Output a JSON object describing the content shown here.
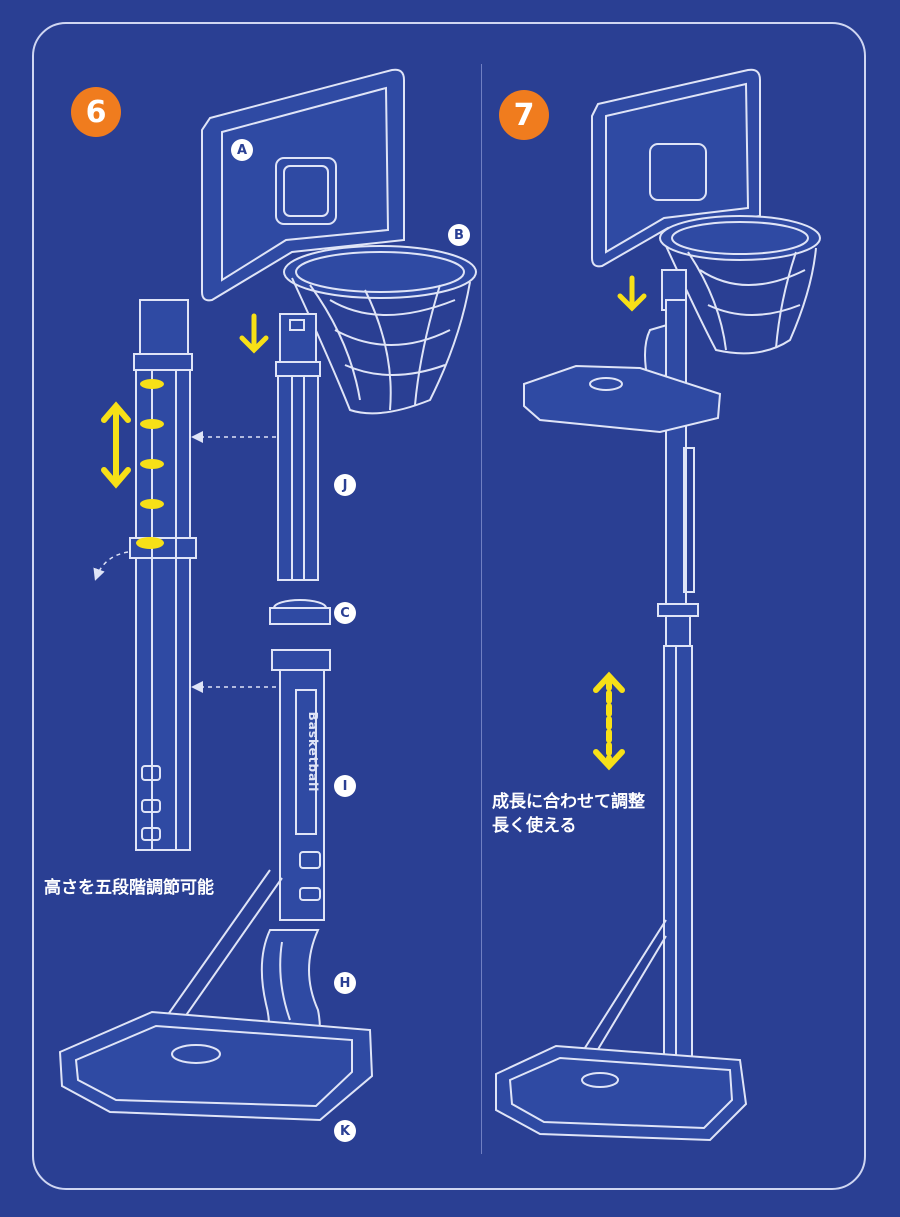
{
  "steps": [
    {
      "number": "6",
      "color": "#f07c1e"
    },
    {
      "number": "7",
      "color": "#f07c1e"
    }
  ],
  "parts": [
    "A",
    "B",
    "J",
    "C",
    "I",
    "H",
    "K"
  ],
  "captions": {
    "height_adjust": "高さを五段階調節可能",
    "grow_line1": "成長に合わせて調整",
    "grow_line2": "長く使える"
  },
  "brand_text": "Basketball",
  "colors": {
    "background": "#2a3f93",
    "line": "#dfe4f7",
    "accent_arrow": "#f7e017",
    "badge": "#f07c1e"
  }
}
